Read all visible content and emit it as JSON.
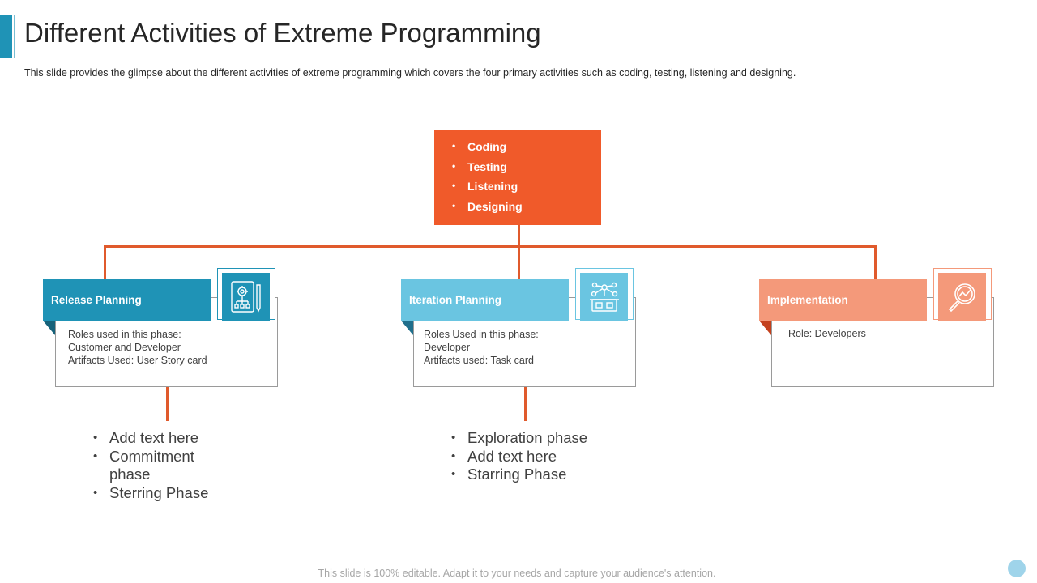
{
  "title": "Different Activities of Extreme Programming",
  "subtitle": "This slide provides  the glimpse about the different  activities of extreme programming  which covers the four primary activities such as coding,  testing, listening and designing.",
  "top_box": {
    "items": [
      "Coding",
      "Testing",
      "Listening",
      "Designing"
    ],
    "color": "#f05a2a"
  },
  "cards": [
    {
      "title": "Release Planning",
      "color": "#1f93b6",
      "icon": "workflow-gear-icon",
      "lines": [
        "Roles used in this phase:",
        "Customer and Developer",
        "Artifacts Used: User Story card"
      ],
      "bullets": [
        "Add text here",
        "Commitment",
        "phase",
        "Sterring Phase"
      ]
    },
    {
      "title": "Iteration Planning",
      "color": "#6ac5e1",
      "icon": "process-network-icon",
      "lines": [
        "Roles Used in  this phase:",
        "Developer",
        "Artifacts used: Task card"
      ],
      "bullets": [
        "Exploration phase",
        "Add text here",
        "Starring Phase"
      ]
    },
    {
      "title": "Implementation",
      "color": "#f4997a",
      "icon": "magnifier-chart-icon",
      "lines": [
        "Role: Developers"
      ]
    }
  ],
  "footer": "This slide is 100% editable. Adapt it to your needs and capture your audience's attention."
}
